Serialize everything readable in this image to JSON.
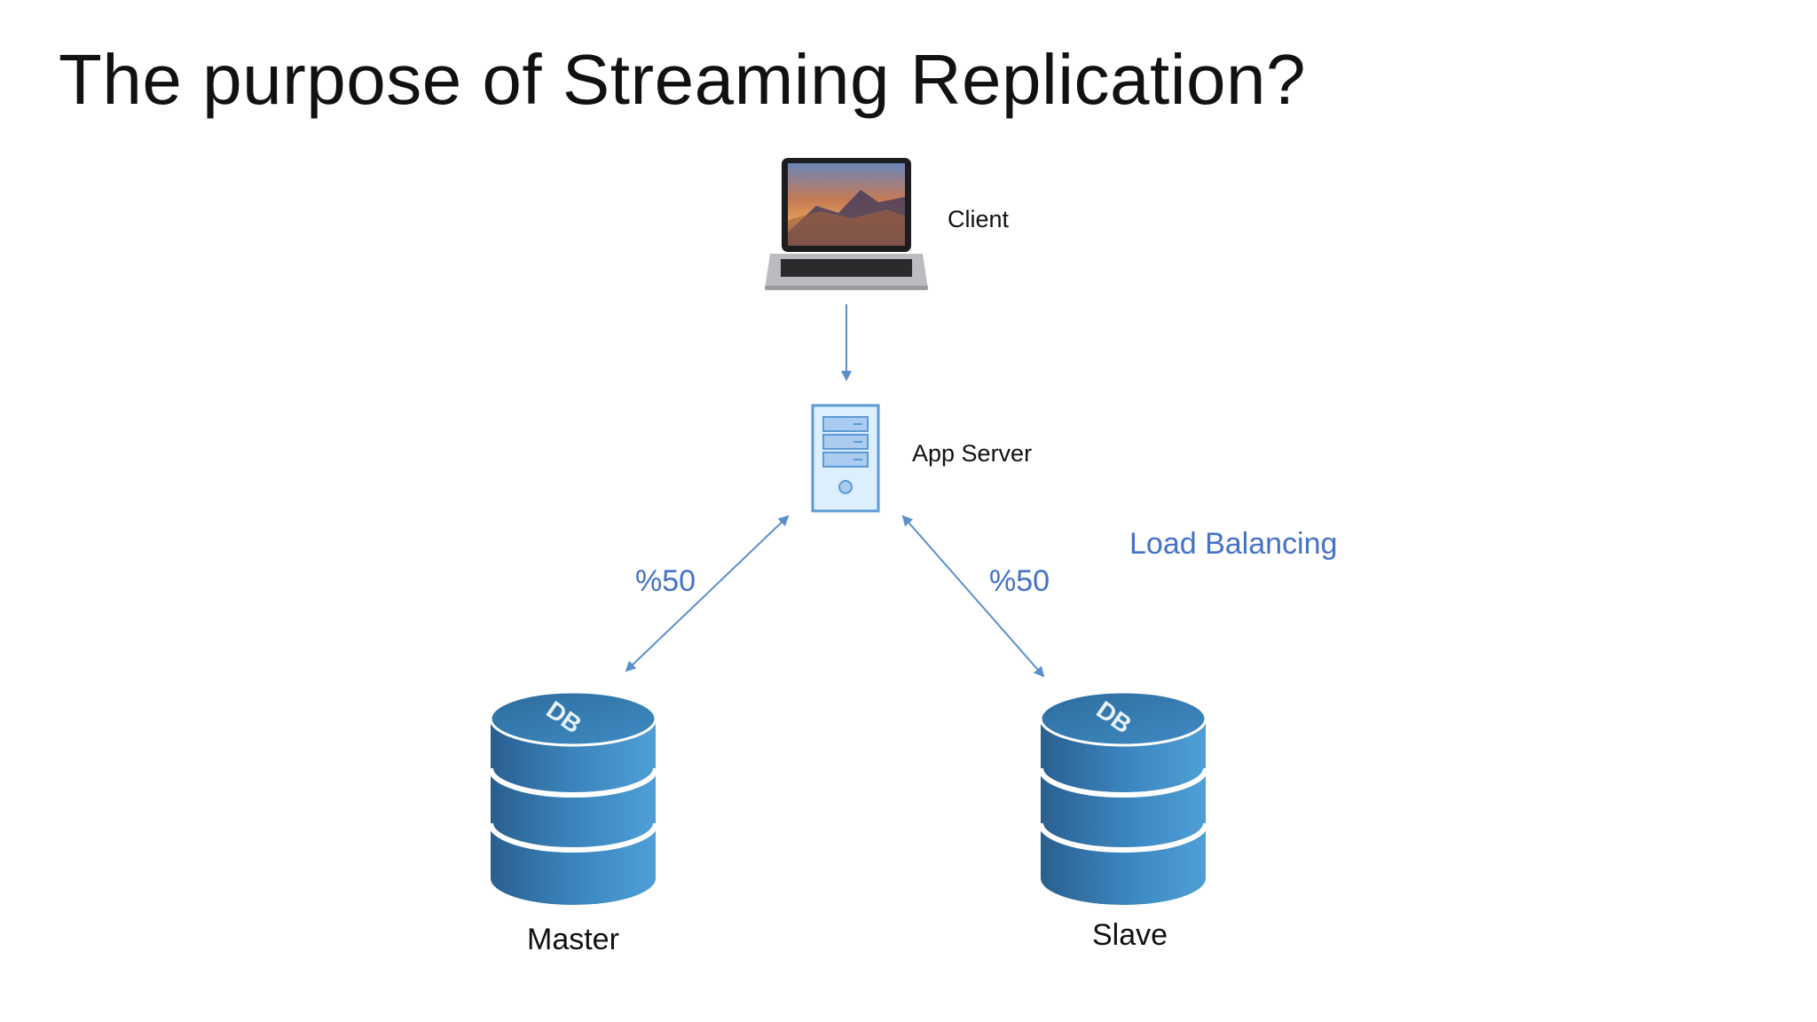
{
  "slide": {
    "title": "The purpose of Streaming Replication?"
  },
  "nodes": {
    "client": {
      "label": "Client",
      "icon": "laptop-icon"
    },
    "app_server": {
      "label": "App Server",
      "icon": "server-icon"
    },
    "master": {
      "label": "Master",
      "icon": "database-icon",
      "icon_text": "DB"
    },
    "slave": {
      "label": "Slave",
      "icon": "database-icon",
      "icon_text": "DB"
    }
  },
  "edges": {
    "client_to_app": {
      "direction": "one-way"
    },
    "app_to_master": {
      "label": "%50",
      "direction": "two-way"
    },
    "app_to_slave": {
      "label": "%50",
      "direction": "two-way"
    }
  },
  "annotation": {
    "text": "Load Balancing"
  },
  "colors": {
    "accent_text": "#4472c4",
    "arrow": "#5b8fc9",
    "db_blue": "#2f6fa8",
    "server_fill": "#ddeeff",
    "server_stroke": "#5b9bd5"
  }
}
